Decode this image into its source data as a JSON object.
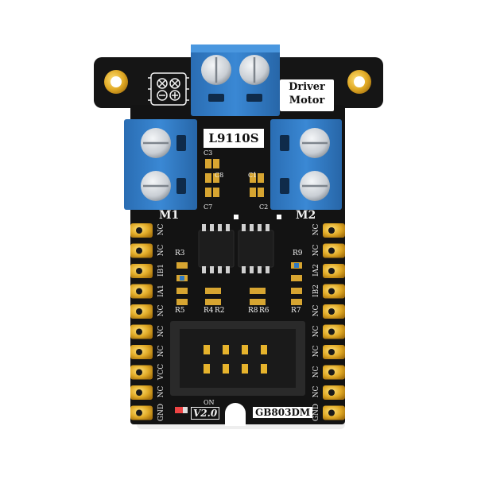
{
  "board": {
    "title_line1": "Driver",
    "title_line2": "Motor",
    "chip": "L9110S",
    "model": "GB803DM",
    "version": "V2.0",
    "motor_left": "M1",
    "motor_right": "M2",
    "on_label": "ON",
    "colors": {
      "pcb": "#111111",
      "terminal": "#2f79c2",
      "gold": "#d9a520"
    }
  },
  "components": {
    "c3": "C3",
    "c8": "C8",
    "c7": "C7",
    "c1": "C1",
    "c2": "C2",
    "r3": "R3",
    "r5": "R5",
    "r4": "R4",
    "r2": "R2",
    "r8": "R8",
    "r6": "R6",
    "r9": "R9",
    "r7": "R7"
  },
  "pins_left": [
    "NC",
    "NC",
    "IB1",
    "IA1",
    "NC",
    "NC",
    "NC",
    "VCC",
    "NC",
    "GND"
  ],
  "pins_right": [
    "NC",
    "NC",
    "IA2",
    "IB2",
    "NC",
    "NC",
    "NC",
    "NC",
    "NC",
    "GND"
  ]
}
